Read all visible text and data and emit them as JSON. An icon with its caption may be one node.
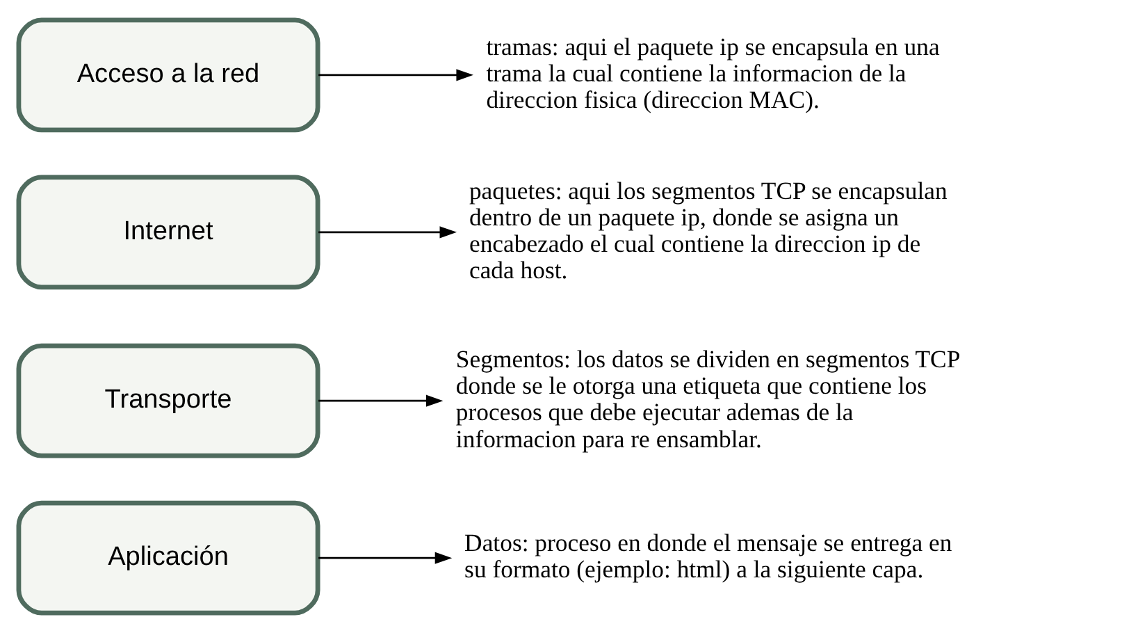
{
  "diagram": {
    "nodes": [
      {
        "text": [
          "Aplicación"
        ]
      },
      {
        "text": [
          "Transporte"
        ]
      },
      {
        "text": [
          "Internet"
        ]
      },
      {
        "text": [
          "Acceso a la red"
        ]
      },
      {
        "text": [
          "Datos: proceso en donde el mensaje se entrega en su formato (ejemplo: html) a la siguiente capa."
        ]
      },
      {
        "text": [
          "Segmentos: los datos se dividen en segmentos TCP donde se le otorga una etiqueta que contiene los procesos que debe ejecutar ademas de la informacion para re ensamblar."
        ]
      },
      {
        "text": [
          "paquetes: aqui los segmentos TCP se encapsulan dentro de un paquete ip, donde se asigna un encabezado el cual contiene la direccion ip de cada host."
        ]
      },
      {
        "text": [
          "tramas: aqui el paquete ip se encapsula en una trama la cual contiene la informacion de la direccion fisica (direccion MAC)."
        ]
      }
    ],
    "edges": [
      {
        "from": 0,
        "to": 4,
        "arrow": "to"
      },
      {
        "from": 1,
        "to": 5,
        "arrow": "to"
      },
      {
        "from": 2,
        "to": 6,
        "arrow": "to"
      },
      {
        "from": 3,
        "to": 7,
        "arrow": "to"
      }
    ]
  }
}
